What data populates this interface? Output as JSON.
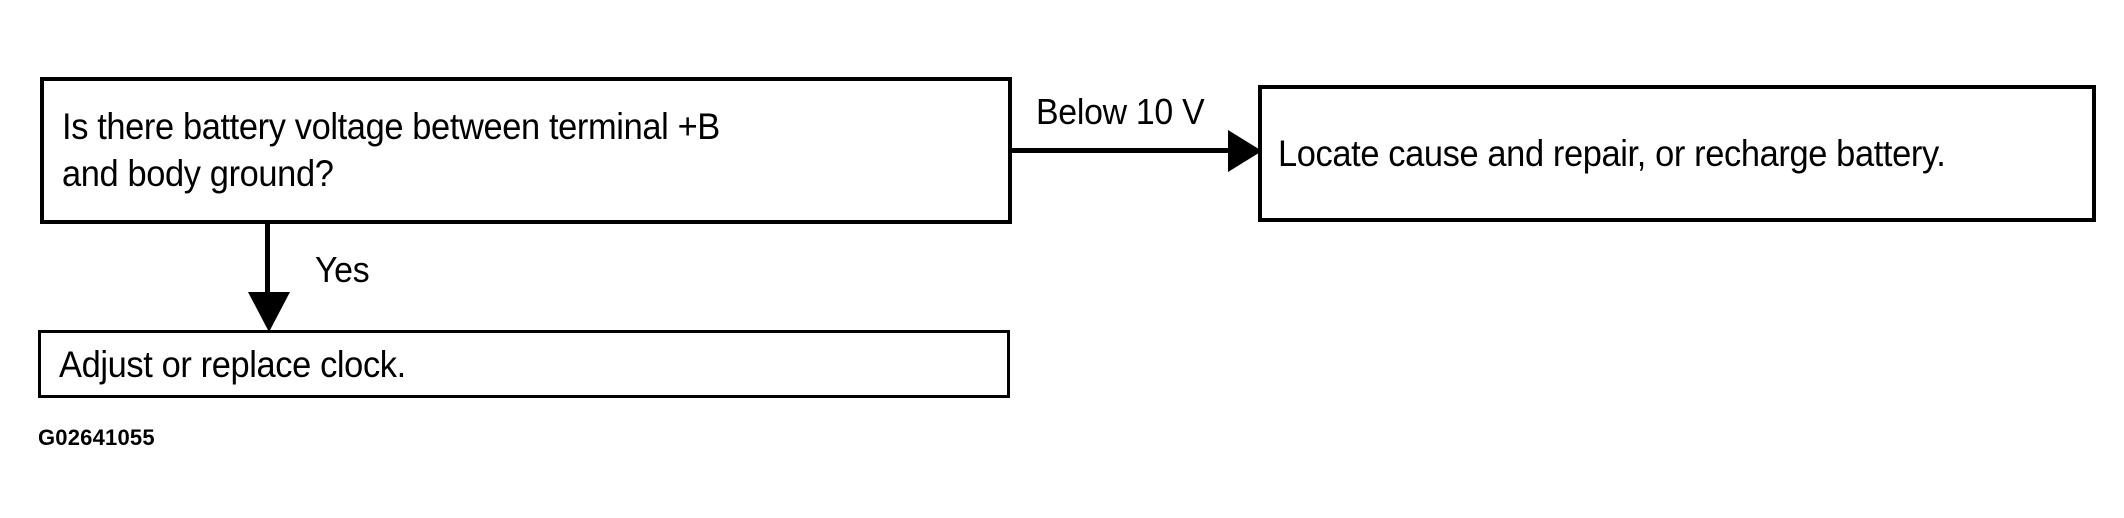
{
  "figure": {
    "type": "flowchart",
    "caption_code": "G02641055",
    "background_color": "#ffffff",
    "line_color": "#000000"
  },
  "nodes": [
    {
      "id": "question",
      "role": "decision",
      "text": "Is there battery voltage between terminal +B\nand body ground?"
    },
    {
      "id": "repair",
      "role": "action",
      "text": "Locate cause and repair, or recharge battery."
    },
    {
      "id": "adjust",
      "role": "action",
      "text": "Adjust or replace clock."
    }
  ],
  "edges": [
    {
      "id": "edge-below-10v",
      "from": "question",
      "to": "repair",
      "label": "Below 10 V",
      "direction": "right"
    },
    {
      "id": "edge-yes",
      "from": "question",
      "to": "adjust",
      "label": "Yes",
      "direction": "down"
    }
  ]
}
